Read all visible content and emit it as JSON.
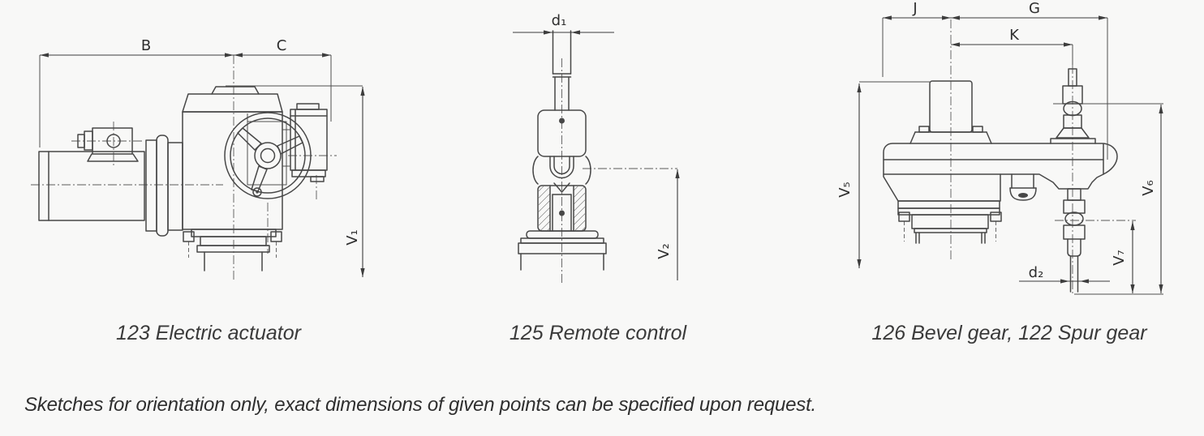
{
  "figures": {
    "electric_actuator": {
      "caption": "123 Electric actuator",
      "dims": {
        "B": "B",
        "C": "C",
        "V1": "V₁"
      }
    },
    "remote_control": {
      "caption": "125 Remote control",
      "dims": {
        "d1": "d₁",
        "V2": "V₂"
      }
    },
    "bevel_spur_gear": {
      "caption": "126 Bevel gear, 122 Spur gear",
      "dims": {
        "J": "J",
        "G": "G",
        "K": "K",
        "V5": "V₅",
        "V6": "V₆",
        "V7": "V₇",
        "d2": "d₂"
      }
    }
  },
  "footnote": "Sketches for orientation only, exact dimensions of given points can be specified upon request.",
  "colors": {
    "background": "#f8f8f7",
    "outline": "#474747",
    "dimension": "#3d3d3d",
    "text": "#2f2f2f"
  }
}
